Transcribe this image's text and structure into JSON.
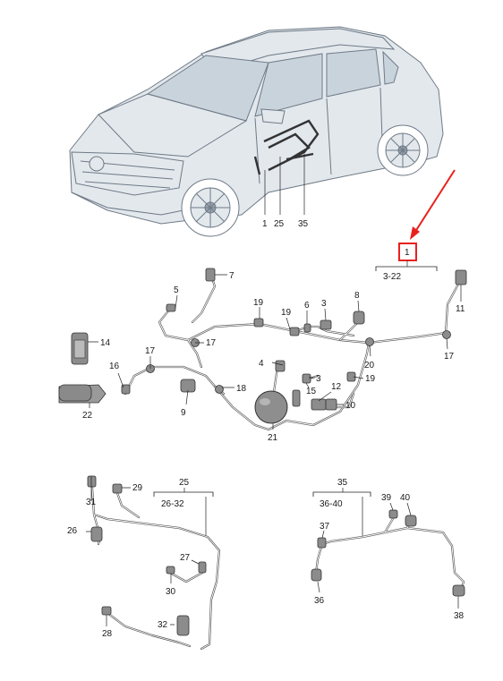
{
  "colors": {
    "highlight": "#e8211d",
    "wire": "#555555",
    "car_body": "#e3e8ed"
  },
  "car_callouts": [
    "1",
    "25",
    "35"
  ],
  "highlight": {
    "label": "1",
    "range": "3-22"
  },
  "main_harness": {
    "labels": {
      "p7": "7",
      "p5": "5",
      "p19a": "19",
      "p19b": "19",
      "p6": "6",
      "p3a": "3",
      "p8": "8",
      "p11": "11",
      "p14": "14",
      "p17a": "17",
      "p17b": "17",
      "p17c": "17",
      "p16": "16",
      "p20": "20",
      "p4": "4",
      "p3b": "3",
      "p15": "15",
      "p12": "12",
      "p19c": "19",
      "p22": "22",
      "p9": "9",
      "p18": "18",
      "p10": "10",
      "p21": "21"
    }
  },
  "harness_25": {
    "title": "25",
    "range": "26-32",
    "labels": {
      "p31": "31",
      "p29": "29",
      "p26": "26",
      "p27": "27",
      "p30": "30",
      "p28": "28",
      "p32": "32"
    }
  },
  "harness_35": {
    "title": "35",
    "range": "36-40",
    "labels": {
      "p39": "39",
      "p40": "40",
      "p37": "37",
      "p36": "36",
      "p38": "38"
    }
  }
}
